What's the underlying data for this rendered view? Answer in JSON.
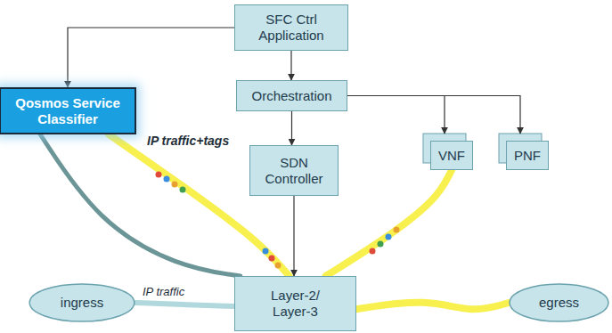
{
  "diagram": {
    "nodes": [
      {
        "text": [
          "SFC Ctrl Application"
        ]
      },
      {
        "text": [
          "Qosmos Service Classifier"
        ]
      },
      {
        "text": [
          "Orchestration"
        ]
      },
      {
        "text": [
          "SDN Controller"
        ]
      },
      {
        "text": [
          "VNF"
        ]
      },
      {
        "text": [
          "PNF"
        ]
      },
      {
        "text": [
          "ingress"
        ]
      },
      {
        "text": [
          "Layer-2/ Layer-3"
        ]
      },
      {
        "text": [
          "egress"
        ]
      }
    ],
    "edges": [
      {
        "from": 0,
        "to": 1,
        "arrow": "to"
      },
      {
        "from": 0,
        "to": 2,
        "arrow": "to"
      },
      {
        "from": 2,
        "to": 3,
        "arrow": "to"
      },
      {
        "from": 2,
        "to": 4,
        "arrow": "to"
      },
      {
        "from": 2,
        "to": 5,
        "arrow": "to"
      },
      {
        "from": 3,
        "to": 7,
        "arrow": "to"
      },
      {
        "from": 6,
        "to": 7,
        "arrow": "none"
      },
      {
        "from": 1,
        "to": 7,
        "arrow": "none"
      },
      {
        "from": 1,
        "to": 7,
        "arrow": "none"
      },
      {
        "from": 7,
        "to": 4,
        "arrow": "none"
      },
      {
        "from": 7,
        "to": 8,
        "arrow": "none"
      }
    ],
    "labels": [
      "IP traffic+tags",
      "IP traffic"
    ]
  }
}
